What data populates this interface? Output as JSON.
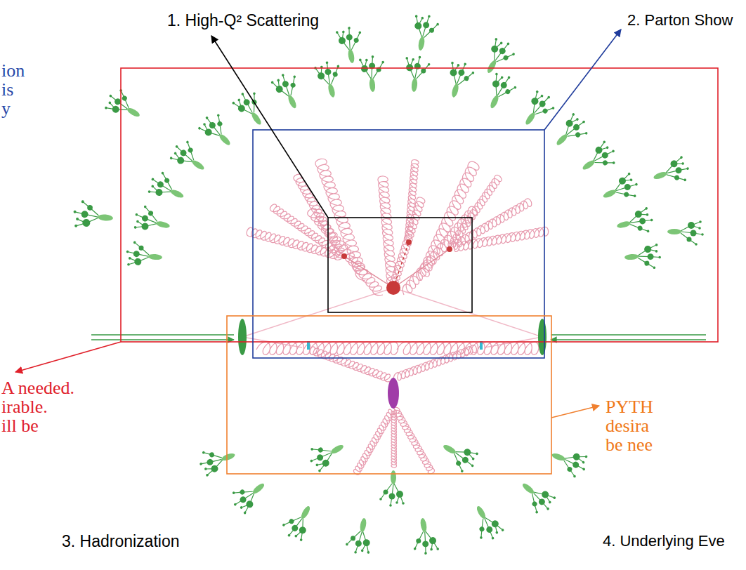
{
  "diagram": {
    "labels": [
      "1. High-Q² Scattering",
      "2. Parton Show",
      "ion",
      "is",
      "y",
      "A needed.",
      "irable.",
      "ill be",
      "PYTH",
      "desira",
      "be nee",
      "3. Hadronization",
      "4. Underlying Eve"
    ]
  }
}
